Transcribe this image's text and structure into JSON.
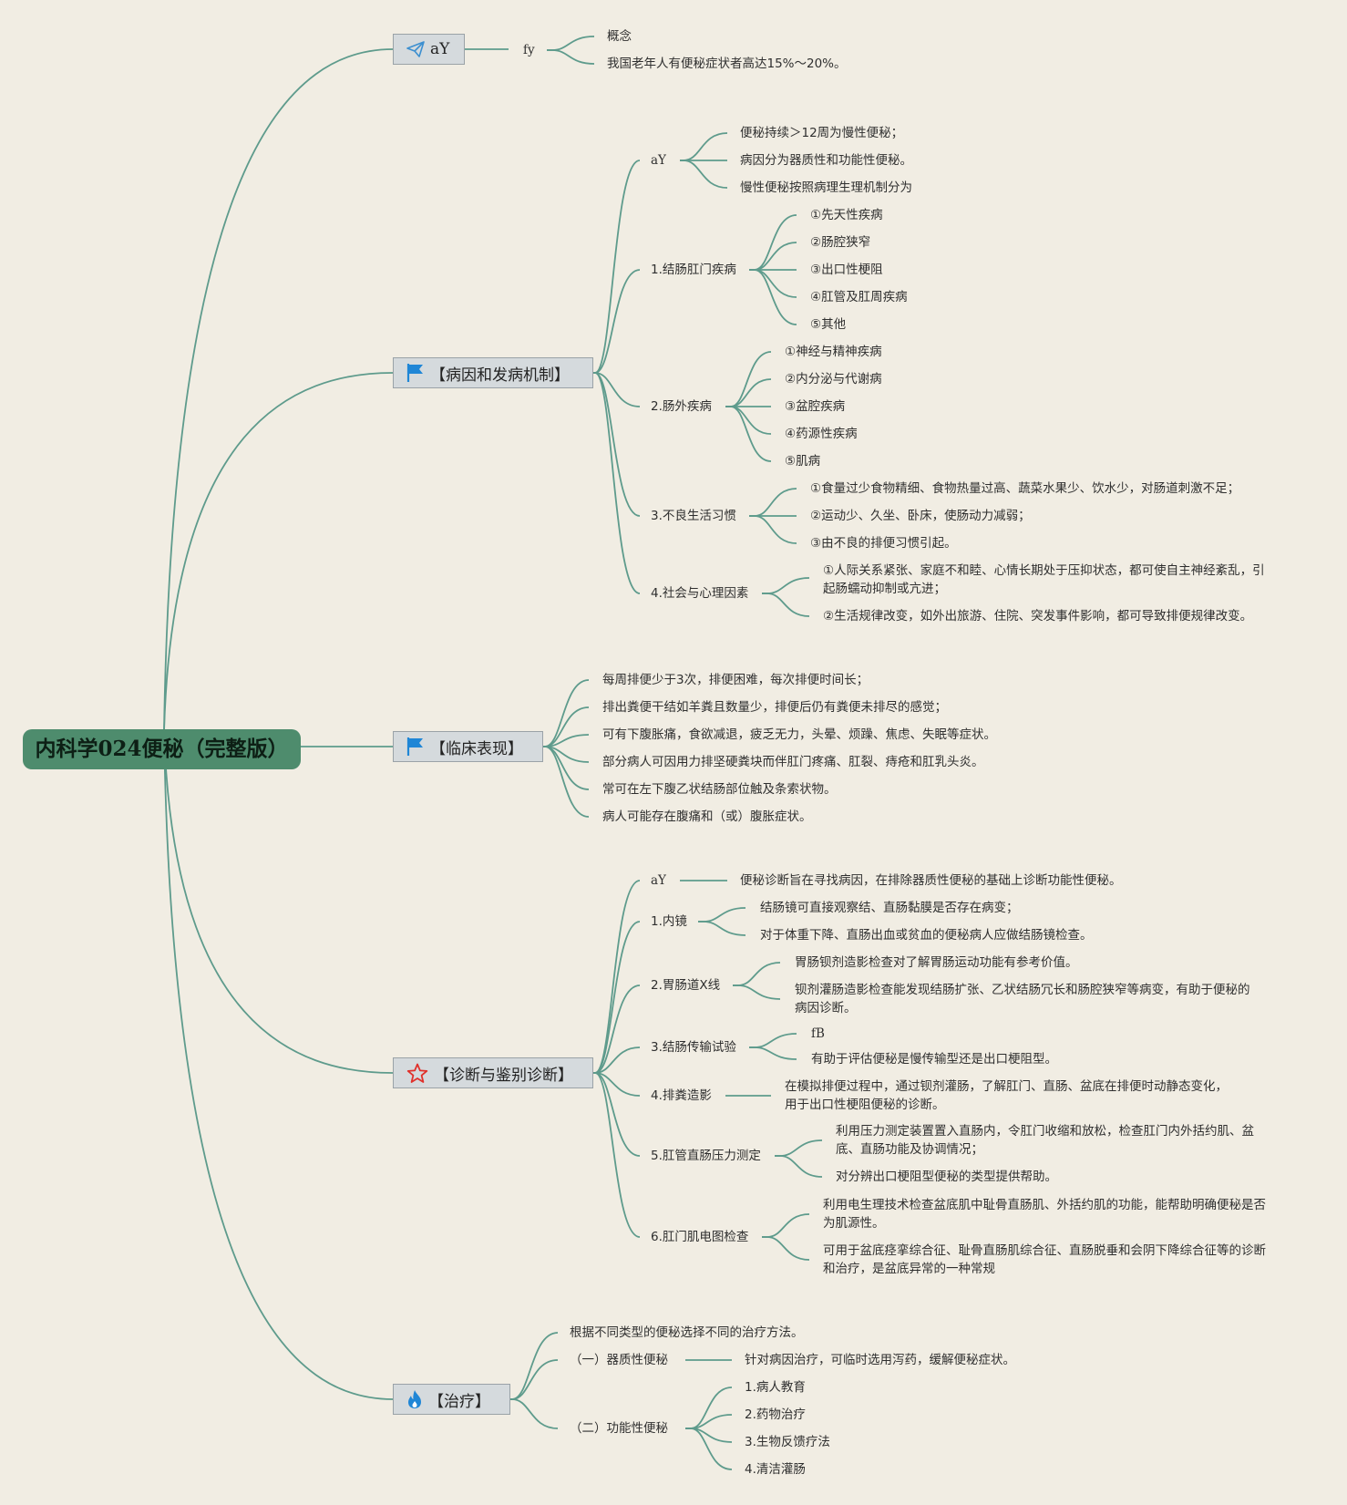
{
  "root": {
    "title": "内科学024便秘（完整版）"
  },
  "intro": {
    "label": "aY",
    "sub_label": "fy",
    "items": [
      "概念",
      "我国老年人有便秘症状者高达15%～20%。"
    ]
  },
  "etiology": {
    "label": "【病因和发病机制】",
    "overview": {
      "label": "aY",
      "items": [
        "便秘持续＞12周为慢性便秘；",
        "病因分为器质性和功能性便秘。",
        "慢性便秘按照病理生理机制分为"
      ]
    },
    "colorectal": {
      "label": "1.结肠肛门疾病",
      "items": [
        "①先天性疾病",
        "②肠腔狭窄",
        "③出口性梗阻",
        "④肛管及肛周疾病",
        "⑤其他"
      ]
    },
    "extraintestinal": {
      "label": "2.肠外疾病",
      "items": [
        "①神经与精神疾病",
        "②内分泌与代谢病",
        "③盆腔疾病",
        "④药源性疾病",
        "⑤肌病"
      ]
    },
    "habits": {
      "label": "3.不良生活习惯",
      "items": [
        "①食量过少食物精细、食物热量过高、蔬菜水果少、饮水少，对肠道刺激不足；",
        "②运动少、久坐、卧床，使肠动力减弱；",
        "③由不良的排便习惯引起。"
      ]
    },
    "psycho": {
      "label": "4.社会与心理因素",
      "items": [
        "①人际关系紧张、家庭不和睦、心情长期处于压抑状态，都可使自主神经紊乱，引起肠蠕动抑制或亢进；",
        "②生活规律改变，如外出旅游、住院、突发事件影响，都可导致排便规律改变。"
      ]
    }
  },
  "clinical": {
    "label": "【临床表现】",
    "items": [
      "每周排便少于3次，排便困难，每次排便时间长；",
      "排出粪便干结如羊粪且数量少，排便后仍有粪便未排尽的感觉；",
      "可有下腹胀痛，食欲减退，疲乏无力，头晕、烦躁、焦虑、失眠等症状。",
      "部分病人可因用力排坚硬粪块而伴肛门疼痛、肛裂、痔疮和肛乳头炎。",
      "常可在左下腹乙状结肠部位触及条索状物。",
      "病人可能存在腹痛和（或）腹胀症状。"
    ]
  },
  "diagnosis": {
    "label": "【诊断与鉴别诊断】",
    "overview": {
      "label": "aY",
      "text": "便秘诊断旨在寻找病因，在排除器质性便秘的基础上诊断功能性便秘。"
    },
    "endoscopy": {
      "label": "1.内镜",
      "items": [
        "结肠镜可直接观察结、直肠黏膜是否存在病变；",
        "对于体重下降、直肠出血或贫血的便秘病人应做结肠镜检查。"
      ]
    },
    "xray": {
      "label": "2.胃肠道X线",
      "items": [
        "胃肠钡剂造影检查对了解胃肠运动功能有参考价值。",
        "钡剂灌肠造影检查能发现结肠扩张、乙状结肠冗长和肠腔狭窄等病变，有助于便秘的病因诊断。"
      ]
    },
    "transit": {
      "label": "3.结肠传输试验",
      "items": [
        "fB",
        "有助于评估便秘是慢传输型还是出口梗阻型。"
      ]
    },
    "defecography": {
      "label": "4.排粪造影",
      "text": "在模拟排便过程中，通过钡剂灌肠，了解肛门、直肠、盆底在排便时动静态变化，用于出口性梗阻便秘的诊断。"
    },
    "manometry": {
      "label": "5.肛管直肠压力测定",
      "items": [
        "利用压力测定装置置入直肠内，令肛门收缩和放松，检查肛门内外括约肌、盆底、直肠功能及协调情况；",
        "对分辨出口梗阻型便秘的类型提供帮助。"
      ]
    },
    "emg": {
      "label": "6.肛门肌电图检查",
      "items": [
        "利用电生理技术检查盆底肌中耻骨直肠肌、外括约肌的功能，能帮助明确便秘是否为肌源性。",
        "可用于盆底痉挛综合征、耻骨直肠肌综合征、直肠脱垂和会阴下降综合征等的诊断和治疗，是盆底异常的一种常规"
      ]
    }
  },
  "treatment": {
    "label": "【治疗】",
    "intro": "根据不同类型的便秘选择不同的治疗方法。",
    "organic": {
      "label": "（一）器质性便秘",
      "text": "针对病因治疗，可临时选用泻药，缓解便秘症状。"
    },
    "functional": {
      "label": "（二）功能性便秘",
      "items": [
        "1.病人教育",
        "2.药物治疗",
        "3.生物反馈疗法",
        "4.清洁灌肠"
      ]
    }
  },
  "colors": {
    "link": "#5e9b8c",
    "root_bg": "#4e8c6d",
    "flag": "#1f86d6",
    "star": "#e0312b",
    "flame": "#1f86d6",
    "plane": "#3c8fd0"
  },
  "icons": {
    "intro": "paper-plane-icon",
    "etiology": "flag-icon",
    "clinical": "flag-icon",
    "diagnosis": "star-icon",
    "treatment": "flame-icon"
  }
}
